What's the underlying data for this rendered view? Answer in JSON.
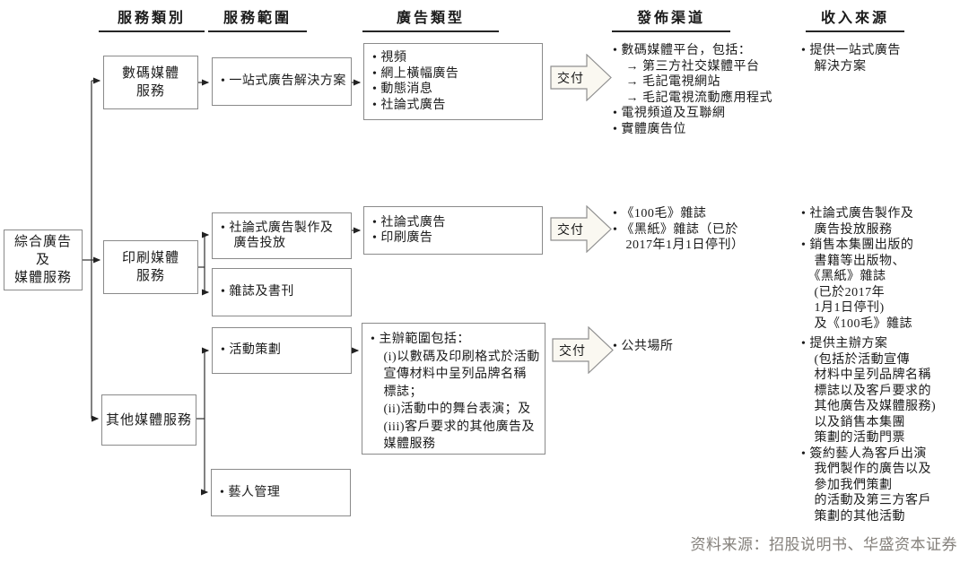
{
  "headers": {
    "h1": "服務類別",
    "h2": "服務範圍",
    "h3": "廣告類型",
    "h4": "發佈渠道",
    "h5": "收入來源"
  },
  "root": "綜合廣告\n及\n媒體服務",
  "rows": {
    "digital": {
      "category": "數碼媒體\n服務",
      "scope1": "• 一站式廣告解決方案",
      "types": "• 視頻\n• 網上橫幅廣告\n• 動態消息\n• 社論式廣告",
      "deliver": "交付",
      "channels": "• 數碼媒體平台，包括：\n　→ 第三方社交媒體平台\n　→ 毛記電視網站\n　→ 毛記電視流動應用程式\n• 電視頻道及互聯網\n• 實體廣告位",
      "revenue": "• 提供一站式廣告\n　解決方案"
    },
    "print": {
      "category": "印刷媒體\n服務",
      "scope1": "• 社論式廣告製作及\n　廣告投放",
      "scope2": "• 雜誌及書刊",
      "types": "• 社論式廣告\n• 印刷廣告",
      "deliver": "交付",
      "channels": "• 《100毛》雜誌\n• 《黑紙》雜誌（已於\n　2017年1月1日停刊）",
      "revenue": "• 社論式廣告製作及\n　廣告投放服務\n• 銷售本集團出版的\n　書籍等出版物、\n　《黑紙》雜誌\n　(已於2017年\n　1月1日停刊)\n　及《100毛》雜誌"
    },
    "other": {
      "category": "其他媒體服務",
      "scope1": "• 活動策劃",
      "scope2": "• 藝人管理",
      "types": "• 主辦範圍包括：\n　(i)以數碼及印刷格式於活動\n　宣傳材料中呈列品牌名稱\n　標誌；\n　(ii)活動中的舞台表演；及\n　(iii)客戶要求的其他廣告及\n　媒體服務",
      "deliver": "交付",
      "channels": "• 公共場所",
      "revenue": "• 提供主辦方案\n　(包括於活動宣傳\n　材料中呈列品牌名稱\n　標誌以及客戶要求的\n　其他廣告及媒體服務)\n　以及銷售本集團\n　策劃的活動門票\n• 簽約藝人為客戶出演\n　我們製作的廣告以及\n　參加我們策劃\n　的活動及第三方客戶\n　策劃的其他活動"
    }
  },
  "source_note": "资料来源：招股说明书、华盛资本证券",
  "colors": {
    "arrow_fill": "#faf8f1",
    "arrow_stroke": "#8f8f8f",
    "box_border": "#8a8a8a",
    "connector": "#2e2e2e",
    "text": "#1b1b1b",
    "source_gray": "#84807b"
  }
}
